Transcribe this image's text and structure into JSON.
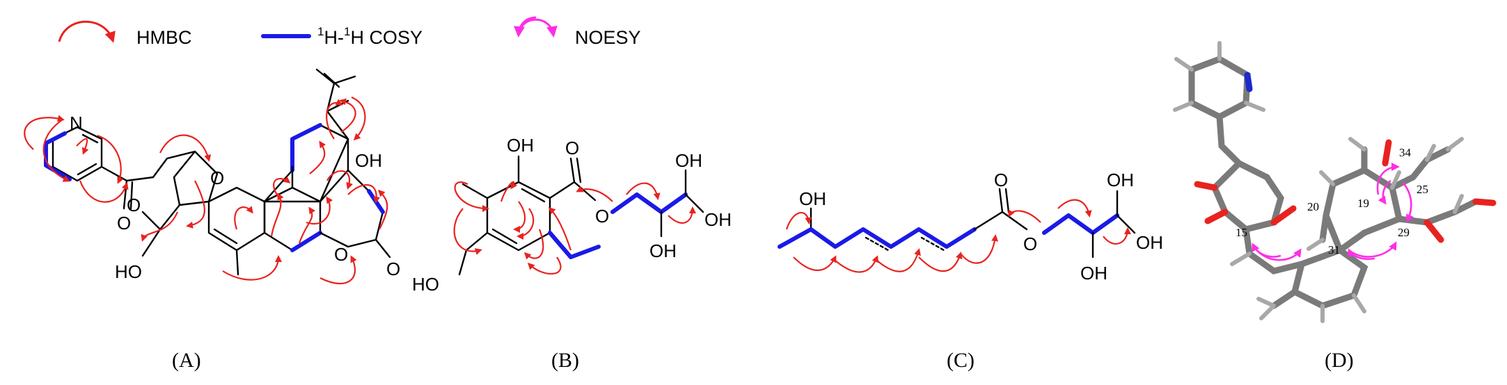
{
  "legend": {
    "hmbc_label": "HMBC",
    "cosy_label_sup1": "1",
    "cosy_label_h1": "H-",
    "cosy_label_sup2": "1",
    "cosy_label_h2": "H COSY",
    "noesy_label": "NOESY"
  },
  "panels": [
    {
      "label": "(A)"
    },
    {
      "label": "(B)"
    },
    {
      "label": "(C)"
    },
    {
      "label": "(D)"
    }
  ],
  "atoms": {
    "N": "N",
    "O": "O",
    "OH": "OH",
    "HO": "HO"
  },
  "model_numbers": [
    "34",
    "25",
    "19",
    "20",
    "29",
    "15",
    "31"
  ],
  "colors": {
    "hmbc": "#e8231f",
    "cosy": "#1a1ae6",
    "noesy": "#ff2ee6",
    "oxygen": "#e8231f",
    "nitrogen": "#1a2acc",
    "carbon": "#7a7a7a",
    "hydrogen": "#a8a8a8"
  }
}
